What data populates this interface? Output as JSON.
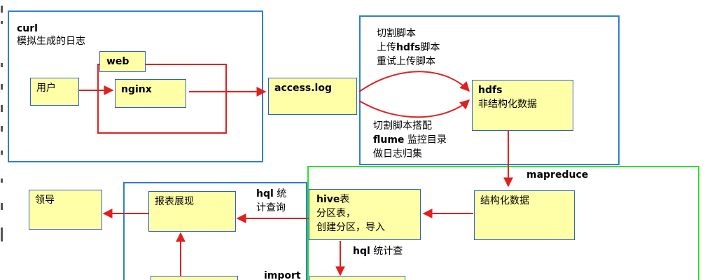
{
  "curl_frame": {
    "title": "curl",
    "subtitle": "模拟生成的日志"
  },
  "boxes": {
    "user": "用户",
    "web": "web",
    "nginx": "nginx",
    "access_log": "access.log",
    "hdfs_title": "hdfs",
    "hdfs_sub": "非结构化数据",
    "leader": "领导",
    "report": "报表展现",
    "hive_title": "hive",
    "hive_title_suffix": "表",
    "hive_line2": "分区表，",
    "hive_line3": "创建分区，导入",
    "structured": "结构化数据"
  },
  "labels": {
    "upload_line1": "切割脚本",
    "upload_line2_pre": "上传",
    "upload_line2_bold": "hdfs",
    "upload_line2_post": "脚本",
    "upload_line3": "重试上传脚本",
    "flume_line1": "切割脚本搭配",
    "flume_line2_bold": "flume",
    "flume_line2_post": " 监控目录",
    "flume_line3": "做日志归集",
    "mapreduce": "mapreduce",
    "hql1_bold": "hql",
    "hql1_line1_post": " 统",
    "hql1_line2": "计查询",
    "hql2_bold": "hql",
    "hql2_post": " 统计查",
    "import": "import"
  },
  "colors": {
    "frame_blue": "#2f7fcf",
    "frame_green": "#2ee02e",
    "box_fill": "#ffffa8",
    "arrow_red": "#e02020"
  }
}
